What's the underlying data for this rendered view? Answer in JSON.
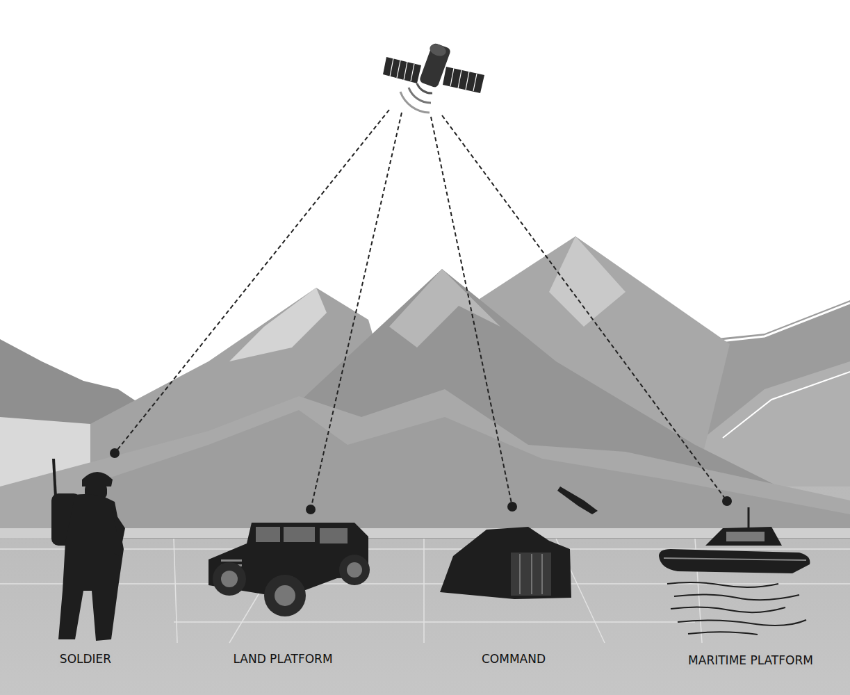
{
  "diagram": {
    "labels": [
      "SOLDIER",
      "LAND PLATFORM",
      "COMMAND",
      "MARITIME PLATFORM"
    ]
  }
}
